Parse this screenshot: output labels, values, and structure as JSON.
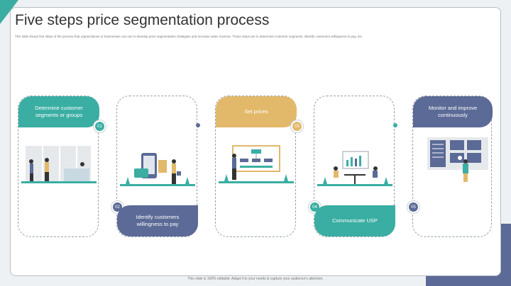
{
  "header": {
    "title": "Five steps price segmentation process",
    "subtitle": "This slide shows five steps of the process that organizations or businesses can use to develop price segmentation strategies and increase sales revenue. These steps are to determine customer segments, identify customers willingness to pay, etc."
  },
  "steps": [
    {
      "number": "01",
      "label": "Determine customer segments or groups",
      "color": "#3aaea3"
    },
    {
      "number": "02",
      "label": "Identify customers willingness to pay",
      "color": "#5b6a96"
    },
    {
      "number": "03",
      "label": "Set prices",
      "color": "#e2b96a"
    },
    {
      "number": "04",
      "label": "Communicate USP",
      "color": "#3aaea3"
    },
    {
      "number": "05",
      "label": "Monitor and improve continuously",
      "color": "#5b6a96"
    }
  ],
  "footer": {
    "note": "This slide is 100% editable. Adapt it to your needs & capture your audience's attention."
  },
  "colors": {
    "teal": "#3aaea3",
    "navy": "#5b6a96",
    "gold": "#e2b96a"
  }
}
